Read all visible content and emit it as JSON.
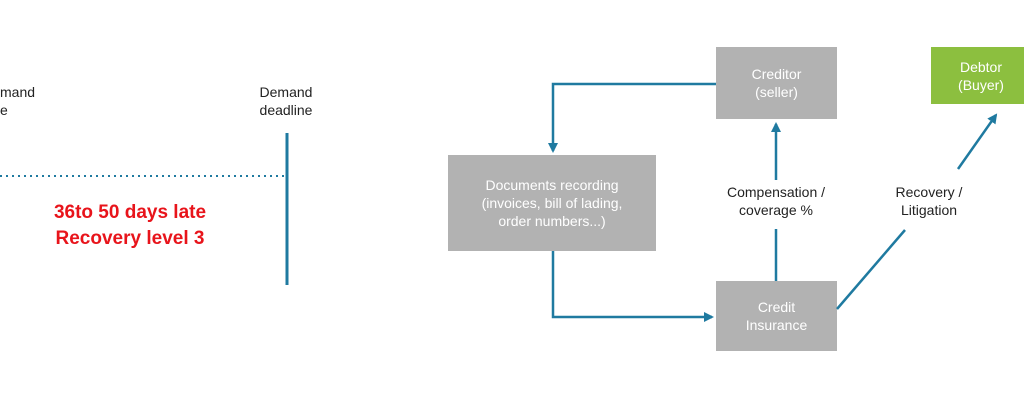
{
  "timeline": {
    "left_demand": {
      "line1": "mand",
      "line2": "e"
    },
    "deadline": {
      "line1": "Demand",
      "line2": "deadline"
    },
    "late_text": {
      "line1": "36to 50 days late",
      "line2": "Recovery level 3"
    }
  },
  "flow": {
    "creditor": {
      "line1": "Creditor",
      "line2": "(seller)"
    },
    "debtor": {
      "line1": "Debtor",
      "line2": "(Buyer)"
    },
    "documents": {
      "line1": "Documents recording",
      "line2": "(invoices, bill of lading,",
      "line3": "order numbers...)"
    },
    "insurance": {
      "line1": "Credit",
      "line2": "Insurance"
    },
    "compensation": {
      "line1": "Compensation /",
      "line2": "coverage %"
    },
    "recovery": {
      "line1": "Recovery /",
      "line2": "Litigation"
    }
  },
  "colors": {
    "box_gray": "#b2b2b2",
    "debtor_green": "#8cbf3f",
    "arrow_blue": "#1f7aa0",
    "late_red": "#e8141b"
  }
}
